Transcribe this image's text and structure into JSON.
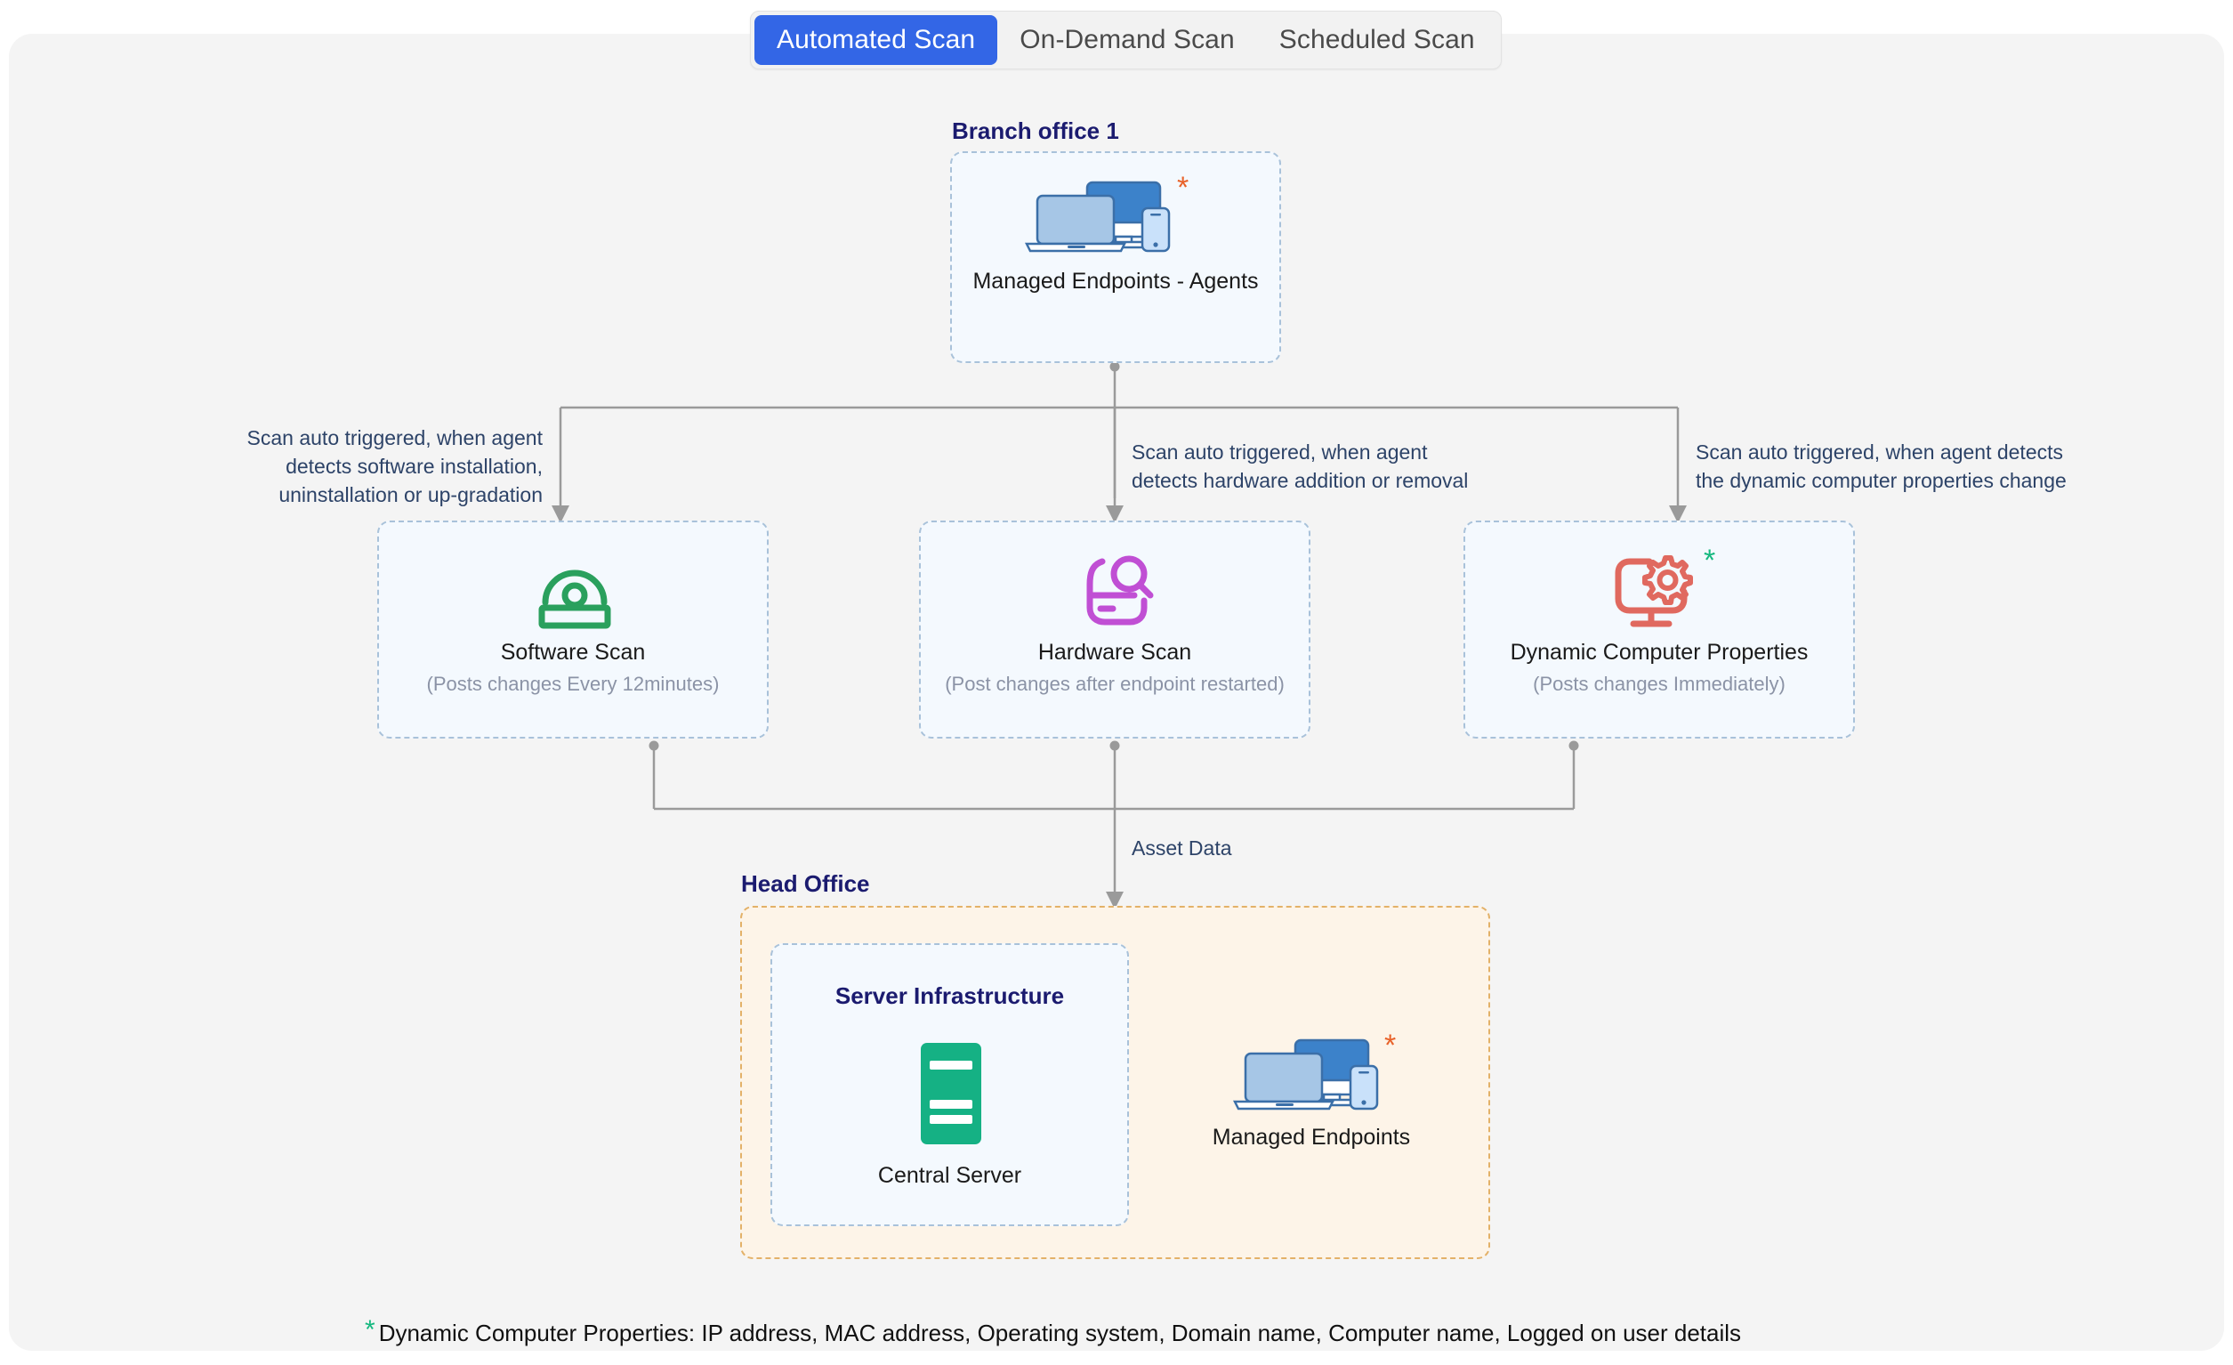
{
  "tabs": [
    {
      "label": "Automated Scan",
      "active": true
    },
    {
      "label": "On-Demand Scan",
      "active": false
    },
    {
      "label": "Scheduled Scan",
      "active": false
    }
  ],
  "branch": {
    "group_title": "Branch office 1",
    "endpoint_label": "Managed Endpoints - Agents",
    "asterisk": "*"
  },
  "annotations": {
    "software": "Scan auto triggered, when agent\ndetects software installation,\nuninstallation or up-gradation",
    "hardware": "Scan auto triggered, when agent\ndetects hardware addition or removal",
    "dynamic": "Scan auto triggered, when agent detects\nthe dynamic computer properties change",
    "asset_data": "Asset Data"
  },
  "scans": [
    {
      "name": "Software Scan",
      "sub": "(Posts changes Every 12minutes)",
      "icon": "software-scan-icon",
      "color": "#2aa05d",
      "asterisk": ""
    },
    {
      "name": "Hardware Scan",
      "sub": "(Post changes after endpoint restarted)",
      "icon": "hardware-scan-icon",
      "color": "#c04fd4",
      "asterisk": ""
    },
    {
      "name": "Dynamic Computer Properties",
      "sub": "(Posts changes Immediately)",
      "icon": "dynamic-properties-icon",
      "color": "#e0695f",
      "asterisk": "*"
    }
  ],
  "head_office": {
    "group_title": "Head Office",
    "server_group_title": "Server Infrastructure",
    "server_label": "Central Server",
    "endpoint_label": "Managed Endpoints",
    "asterisk": "*"
  },
  "footnote": {
    "star": "*",
    "text": "Dynamic Computer Properties: IP address, MAC address, Operating system, Domain name, Computer name, Logged on user details"
  },
  "colors": {
    "accent_blue": "#3366e6",
    "title_navy": "#1b1b6f",
    "anno_text": "#2d4368",
    "dashed_blue": "#a9c2da",
    "dashed_orange": "#e3b168",
    "box_fill_blue": "#f4f9fe",
    "box_fill_orange": "#fdf4e8",
    "board_bg": "#f4f4f4",
    "connector_gray": "#9a9a9a",
    "green": "#15b87f",
    "orange_star": "#e8622a"
  }
}
